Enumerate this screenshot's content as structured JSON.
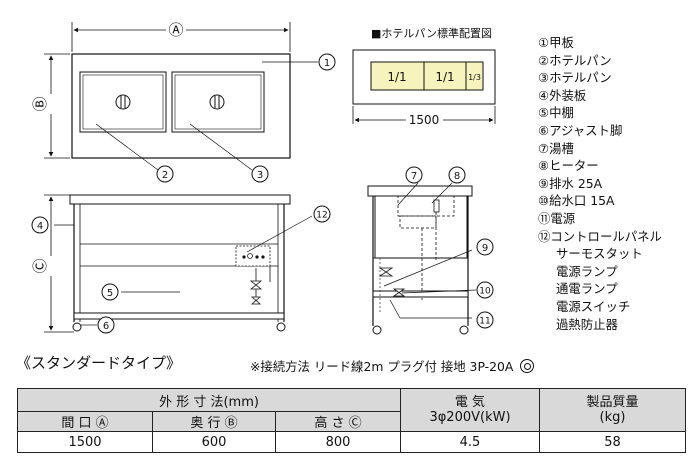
{
  "dimension_labels": {
    "a": "Ⓐ",
    "b": "Ⓑ",
    "c": "Ⓒ"
  },
  "hotel_pan_layout": {
    "title": "■ホテルパン標準配置図",
    "pans": [
      "1/1",
      "1/1",
      "1/3"
    ],
    "width_label": "1500"
  },
  "callouts": [
    "1",
    "2",
    "3",
    "4",
    "5",
    "6",
    "7",
    "8",
    "9",
    "10",
    "11",
    "12"
  ],
  "legend": {
    "items": [
      "①甲板",
      "②ホテルパン",
      "③ホテルパン",
      "④外装板",
      "⑤中棚",
      "⑥アジャスト脚",
      "⑦湯槽",
      "⑧ヒーター",
      "⑨排水 25A",
      "⑩給水口 15A",
      "⑪電源",
      "⑫コントロールパネル"
    ],
    "sub_items": [
      "サーモスタット",
      "電源ランプ",
      "通電ランプ",
      "電源スイッチ",
      "過熱防止器"
    ]
  },
  "standard": {
    "title": "《スタンダードタイプ》",
    "note": "※接続方法 リード線2m プラグ付 接地 3P-20A"
  },
  "spec_table": {
    "group_header": "外 形 寸 法(mm)",
    "col_width": "間 口 Ⓐ",
    "col_depth": "奥 行 Ⓑ",
    "col_height": "高 さ Ⓒ",
    "col_power_line1": "電 気",
    "col_power_line2": "3φ200V(kW)",
    "col_weight_line1": "製品質量",
    "col_weight_line2": "(kg)",
    "row": {
      "width": "1500",
      "depth": "600",
      "height": "800",
      "power": "4.5",
      "weight": "58"
    }
  }
}
